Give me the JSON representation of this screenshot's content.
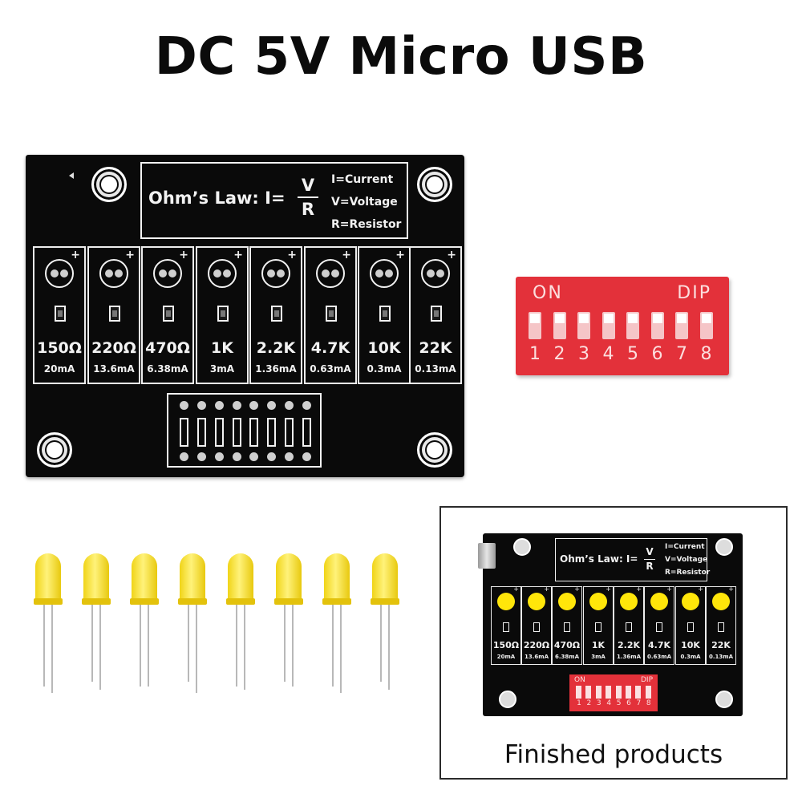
{
  "title": "DC 5V Micro USB",
  "board": {
    "ohms_law": {
      "formula_prefix": "Ohm’s Law: I=",
      "numerator": "V",
      "denominator": "R",
      "legend": [
        "I=Current",
        "V=Voltage",
        "R=Resistor"
      ]
    },
    "plus_sign": "+",
    "resistors": [
      {
        "value": "150Ω",
        "current": "20mA"
      },
      {
        "value": "220Ω",
        "current": "13.6mA"
      },
      {
        "value": "470Ω",
        "current": "6.38mA"
      },
      {
        "value": "1K",
        "current": "3mA"
      },
      {
        "value": "2.2K",
        "current": "1.36mA"
      },
      {
        "value": "4.7K",
        "current": "0.63mA"
      },
      {
        "value": "10K",
        "current": "0.3mA"
      },
      {
        "value": "22K",
        "current": "0.13mA"
      }
    ]
  },
  "dip_switch": {
    "on_label": "ON",
    "dip_label": "DIP",
    "numbers": [
      "1",
      "2",
      "3",
      "4",
      "5",
      "6",
      "7",
      "8"
    ]
  },
  "leds": {
    "count": 8,
    "color": "#f5dc1e"
  },
  "finished": {
    "caption": "Finished products"
  },
  "colors": {
    "pcb": "#0a0a0a",
    "silkscreen": "#f2f2f2",
    "dip_red": "#e3313a",
    "led_yellow": "#ffe60a"
  }
}
